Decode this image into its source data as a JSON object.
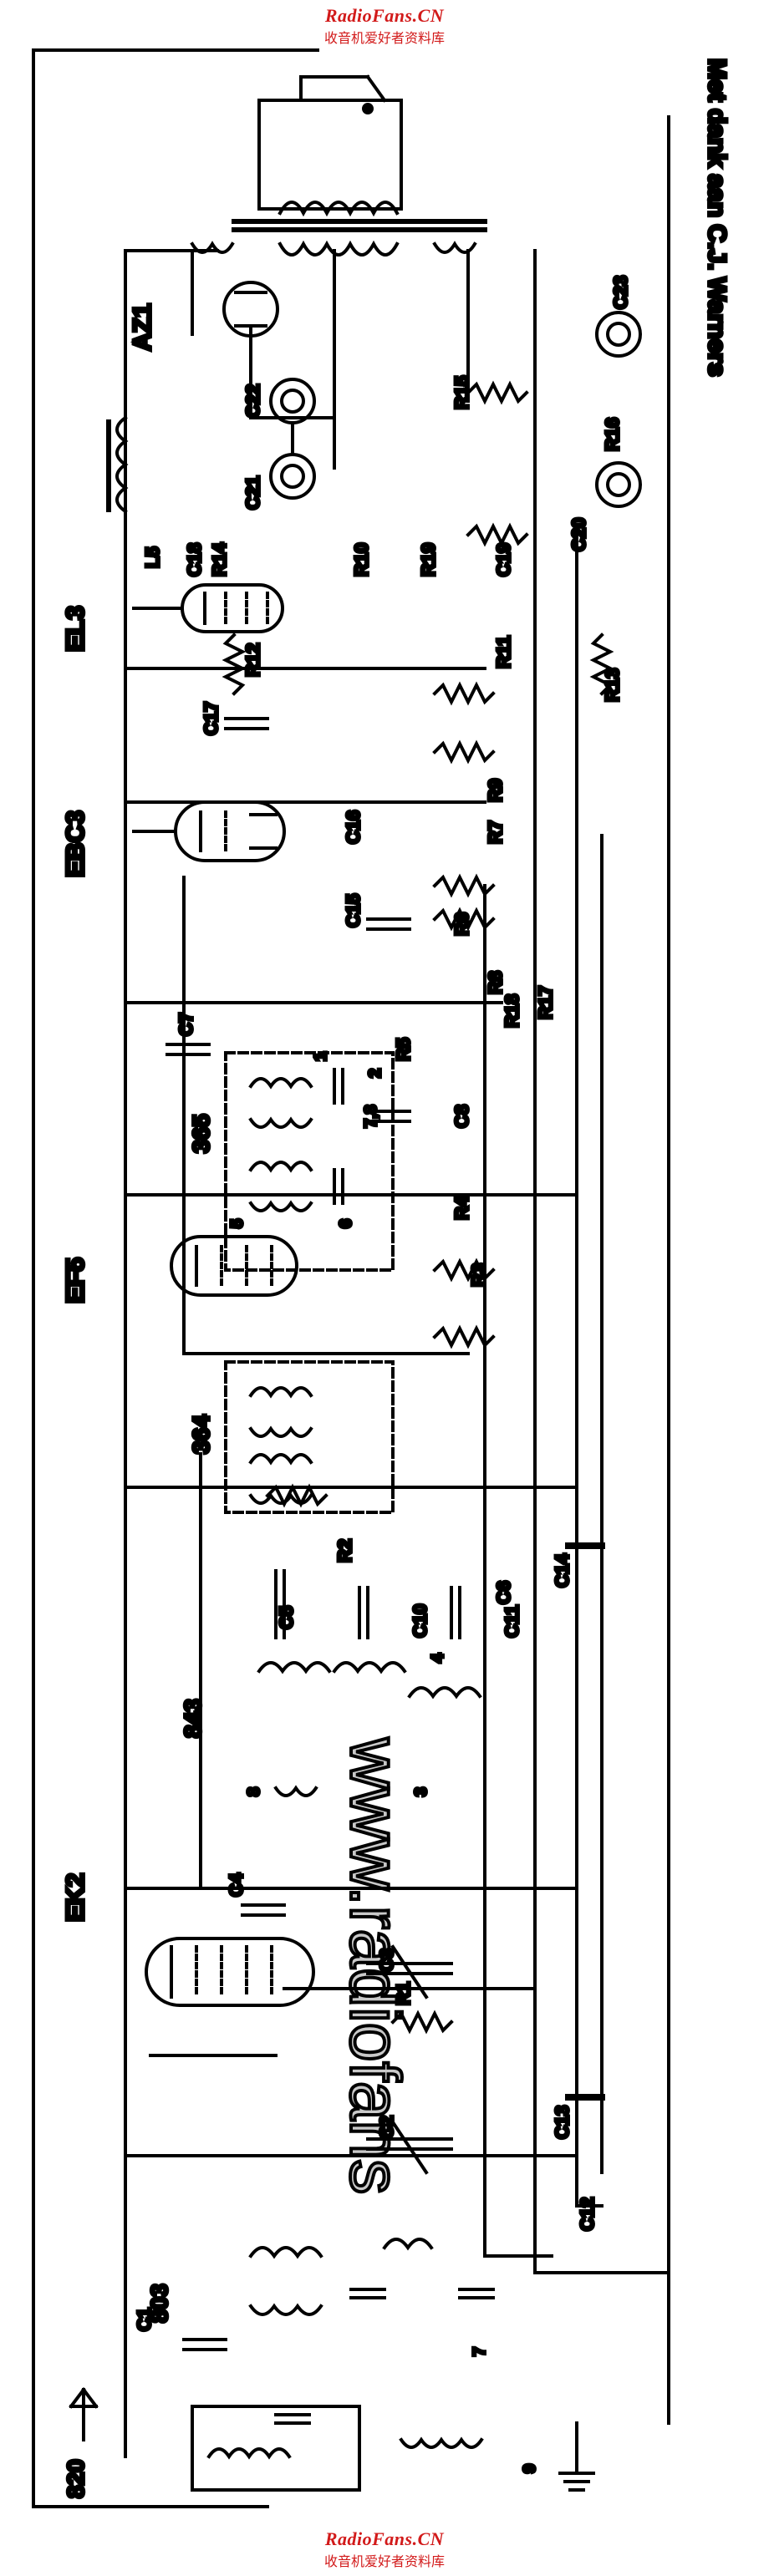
{
  "header": {
    "site": "RadioFans.CN",
    "site_sub": "收音机爱好者资料库"
  },
  "footer": {
    "site": "RadioFans.CN",
    "site_sub": "收音机爱好者资料库"
  },
  "watermark": "www.radiofans",
  "credit": "Met dank aan C.J. Warners",
  "tubes": {
    "t1": "EK2",
    "t2": "EF5",
    "t3": "EBC3",
    "t4": "EL3",
    "t5": "AZ1"
  },
  "coils": {
    "c1": "820",
    "c2": "803",
    "c3": "843",
    "c4": "364",
    "c5": "365"
  },
  "pins": {
    "p1": "1",
    "p2": "2",
    "p3": "3",
    "p4": "4",
    "p5": "5",
    "p6": "6",
    "p7": "7",
    "p8": "8",
    "p9": "9",
    "p78": "7,8"
  },
  "resistors": {
    "R1": "R1",
    "R2": "R2",
    "R3": "R3",
    "R4": "R4",
    "R5": "R5",
    "R6": "R6",
    "R7": "R7",
    "R8": "R8",
    "R9": "R9",
    "R10": "R10",
    "R11": "R11",
    "R12": "R12",
    "R13": "R13",
    "R14": "R14",
    "R15": "R15",
    "R16": "R16",
    "R17": "R17",
    "R18": "R18",
    "R19": "R19"
  },
  "capacitors": {
    "C1": "C1",
    "C2": "C2",
    "C3": "C3",
    "C4": "C4",
    "C5": "C5",
    "C6": "C6",
    "C7": "C7",
    "C8": "C8",
    "C10": "C10",
    "C11": "C11",
    "C12": "C12",
    "C13": "C13",
    "C14": "C14",
    "C15": "C15",
    "C16": "C16",
    "C17": "C17",
    "C18": "C18",
    "C19": "C19",
    "C20": "C20",
    "C21": "C21",
    "C22": "C22",
    "C23": "C23"
  },
  "misc": {
    "L5": "L5"
  },
  "colors": {
    "ink": "#000000",
    "brand": "#d21a1a",
    "watermark": "#c9c9c9"
  }
}
